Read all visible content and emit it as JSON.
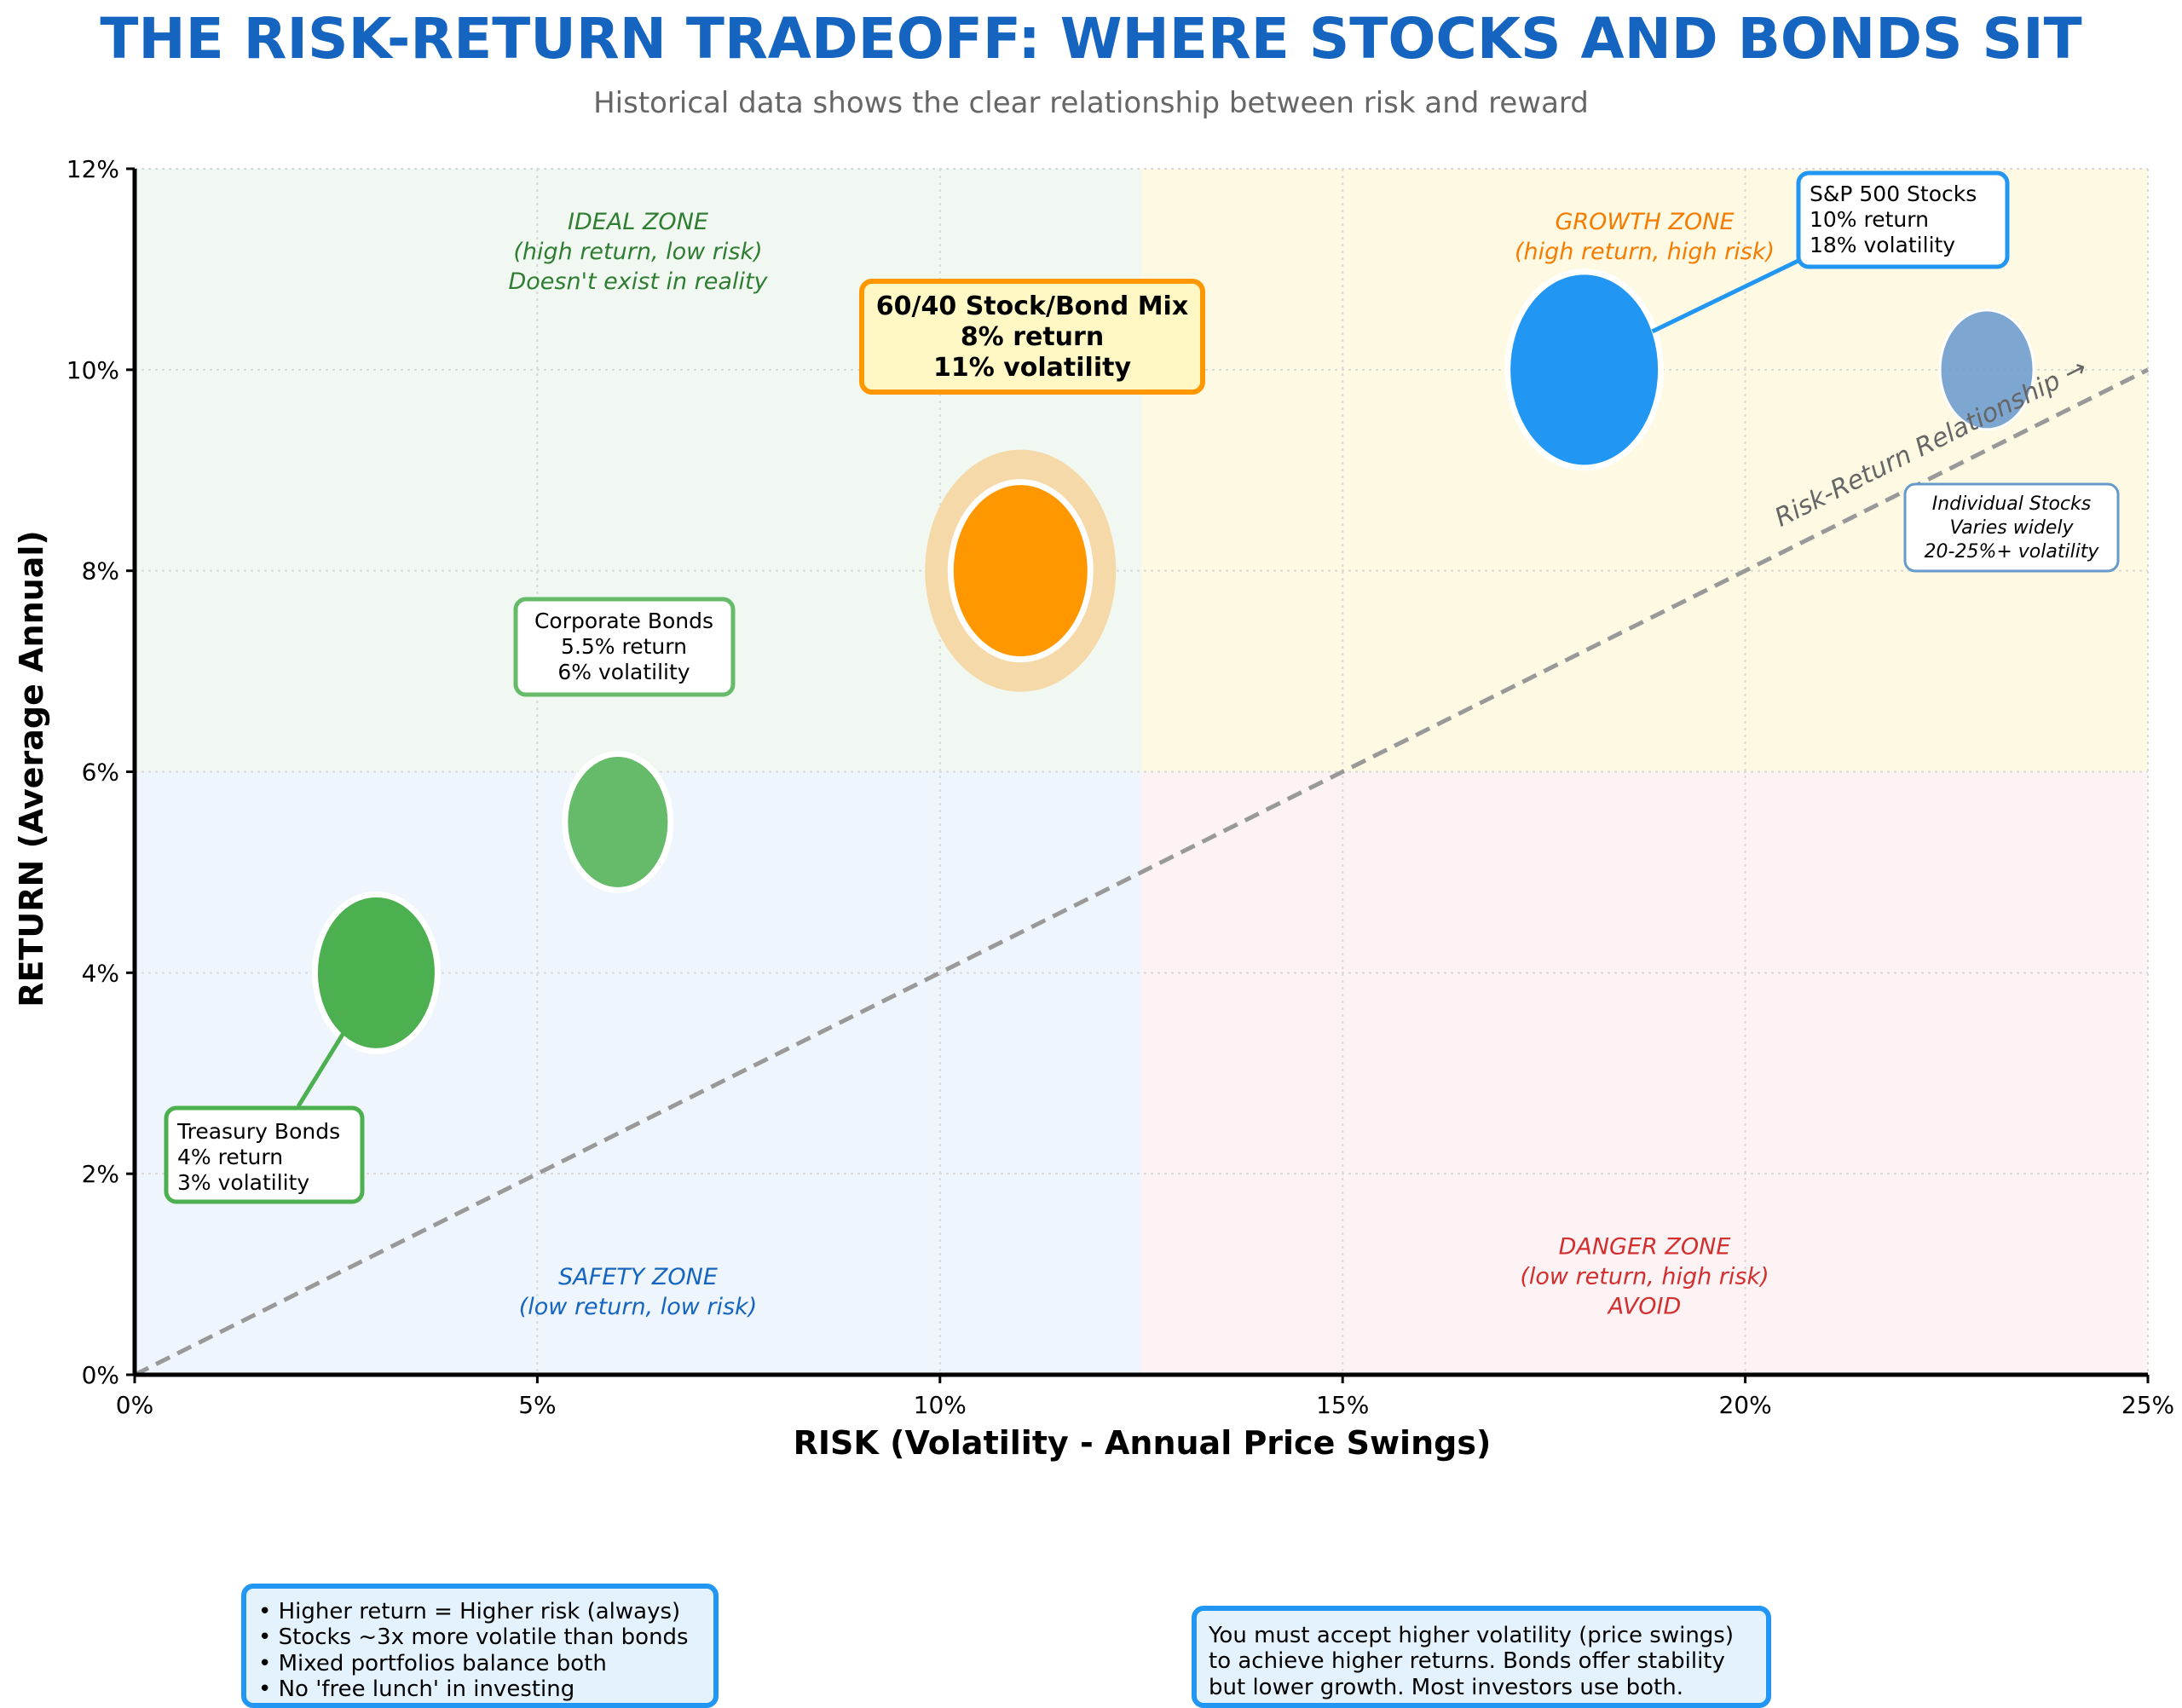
{
  "title": "THE RISK-RETURN TRADEOFF: WHERE STOCKS AND BONDS SIT",
  "subtitle": "Historical data shows the clear relationship between risk and reward",
  "colors": {
    "title": "#1565c0",
    "subtitle": "#666666",
    "treasury": "#4caf50",
    "corporate": "#66bb6a",
    "mix": "#ff9800",
    "sp500": "#2196f3",
    "individual": "#6699cc",
    "ideal_zone": "#2e7d32",
    "growth_zone": "#f57c00",
    "safety_zone": "#1565c0",
    "danger_zone": "#d32f2f"
  },
  "chart_data": {
    "type": "scatter",
    "xlabel": "RISK (Volatility - Annual Price Swings)",
    "ylabel": "RETURN (Average Annual)",
    "xlim": [
      0,
      25
    ],
    "ylim": [
      0,
      12
    ],
    "x_ticks": [
      0,
      5,
      10,
      15,
      20,
      25
    ],
    "y_ticks": [
      0,
      2,
      4,
      6,
      8,
      10,
      12
    ],
    "x_tick_labels": [
      "0%",
      "5%",
      "10%",
      "15%",
      "20%",
      "25%"
    ],
    "y_tick_labels": [
      "0%",
      "2%",
      "4%",
      "6%",
      "8%",
      "10%",
      "12%"
    ],
    "grid": true,
    "points": [
      {
        "name": "Treasury Bonds",
        "x": 3,
        "y": 4,
        "color": "#4caf50",
        "lines": [
          "Treasury Bonds",
          "4% return",
          "3% volatility"
        ]
      },
      {
        "name": "Corporate Bonds",
        "x": 6,
        "y": 5.5,
        "color": "#66bb6a",
        "lines": [
          "Corporate Bonds",
          "5.5% return",
          "6% volatility"
        ]
      },
      {
        "name": "60/40 Stock/Bond Mix",
        "x": 11,
        "y": 8,
        "color": "#ff9800",
        "lines": [
          "60/40 Stock/Bond Mix",
          "8% return",
          "11% volatility"
        ]
      },
      {
        "name": "S&P 500 Stocks",
        "x": 18,
        "y": 10,
        "color": "#2196f3",
        "lines": [
          "S&P 500 Stocks",
          "10% return",
          "18% volatility"
        ]
      },
      {
        "name": "Individual Stocks",
        "x": 23,
        "y": 10,
        "color": "#6699cc",
        "lines": [
          "Individual Stocks",
          "Varies widely",
          "20-25%+ volatility"
        ]
      }
    ],
    "trend_line": {
      "from": [
        0,
        0
      ],
      "to": [
        25,
        10
      ],
      "label": "Risk-Return Relationship →",
      "style": "dashed"
    },
    "zones": [
      {
        "name": "ideal",
        "x": [
          0,
          12.5
        ],
        "y": [
          6,
          12
        ],
        "fill": "#f1f8f1",
        "lines": [
          "IDEAL ZONE",
          "(high return, low risk)",
          "Doesn't exist in reality"
        ]
      },
      {
        "name": "growth",
        "x": [
          12.5,
          25
        ],
        "y": [
          6,
          12
        ],
        "fill": "#fdf9e2",
        "lines": [
          "GROWTH ZONE",
          "(high return, high risk)"
        ]
      },
      {
        "name": "safety",
        "x": [
          0,
          12.5
        ],
        "y": [
          0,
          6
        ],
        "fill": "#eef5fc",
        "lines": [
          "SAFETY ZONE",
          "(low return, low risk)"
        ]
      },
      {
        "name": "danger",
        "x": [
          12.5,
          25
        ],
        "y": [
          0,
          6
        ],
        "fill": "#fdf3f4",
        "lines": [
          "DANGER ZONE",
          "(low return, high risk)",
          "AVOID"
        ]
      }
    ]
  },
  "info_box_left": {
    "lines": [
      "• Higher return = Higher risk (always)",
      "• Stocks ~3x more volatile than bonds",
      "• Mixed portfolios balance both",
      "• No 'free lunch' in investing"
    ]
  },
  "info_box_right": {
    "lines": [
      "You must accept higher volatility (price swings)",
      "to achieve higher returns. Bonds offer stability",
      "but lower growth. Most investors use both."
    ]
  }
}
